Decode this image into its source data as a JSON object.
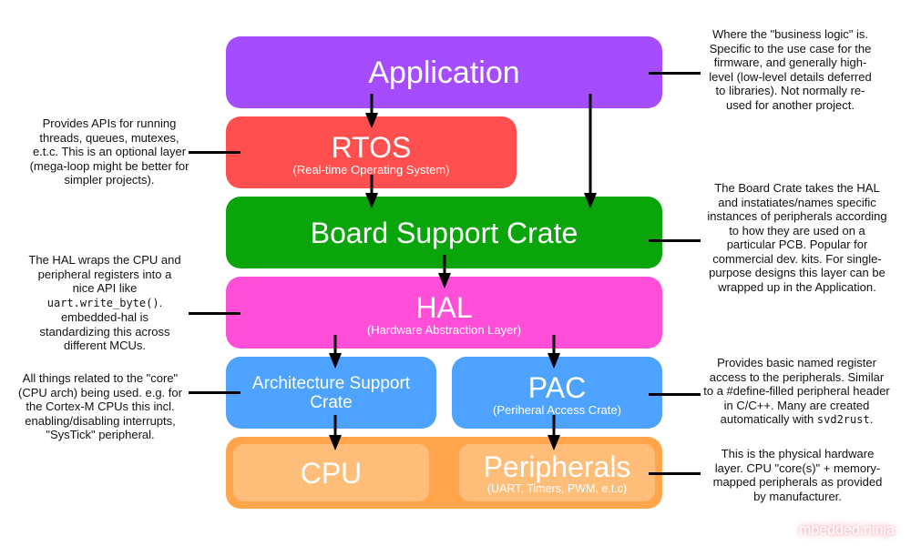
{
  "layers": {
    "application": {
      "title": "Application",
      "color": "#a64cff"
    },
    "rtos": {
      "title": "RTOS",
      "subtitle": "(Real-time Operating System)",
      "color": "#ff4f4f"
    },
    "bsc": {
      "title": "Board Support Crate",
      "color": "#0aa50a"
    },
    "hal": {
      "title": "HAL",
      "subtitle": "(Hardware Abstraction Layer)",
      "color": "#ff4fd8"
    },
    "arch": {
      "title": "Architecture Support Crate",
      "color": "#4da3ff"
    },
    "pac": {
      "title": "PAC",
      "subtitle": "(Periheral Access Crate)",
      "color": "#4da3ff"
    },
    "hardware": {
      "color": "#ffa64d",
      "cpu": {
        "title": "CPU"
      },
      "peripherals": {
        "title": "Peripherals",
        "subtitle": "(UART, Timers, PWM, e.t.c)"
      }
    }
  },
  "notes": {
    "rtos": "Provides APIs for running threads, queues, mutexes, e.t.c. This is an optional layer (mega-loop might be better for simpler projects).",
    "hal": {
      "line1": "The HAL wraps the CPU and peripheral registers into a nice API like ",
      "code": "uart.write_byte()",
      "line2": ". embedded-hal is standardizing this across different MCUs."
    },
    "arch": "All things related to the \"core\" (CPU arch) being used. e.g. for the Cortex-M CPUs this incl. enabling/disabling interrupts, \"SysTick\" peripheral.",
    "application": "Where the \"business logic\" is. Specific to the use case for the firmware, and generally high-level (low-level details deferred to libraries). Not normally re-used for another project.",
    "bsc": "The Board Crate takes the HAL and instatiates/names specific instances of peripherals according to how they are used on a particular PCB. Popular for commercial dev. kits. For single-purpose designs this layer can be wrapped up in the Application.",
    "pac": {
      "text": "Provides basic named register access to the peripherals. Similar to a #define-filled peripheral header in C/C++. Many are created automatically with ",
      "code": "svd2rust",
      "end": "."
    },
    "hardware": "This is the physical hardware layer. CPU \"core(s)\" + memory-mapped peripherals as provided by manufacturer."
  },
  "watermark": "mbedded.ninja"
}
